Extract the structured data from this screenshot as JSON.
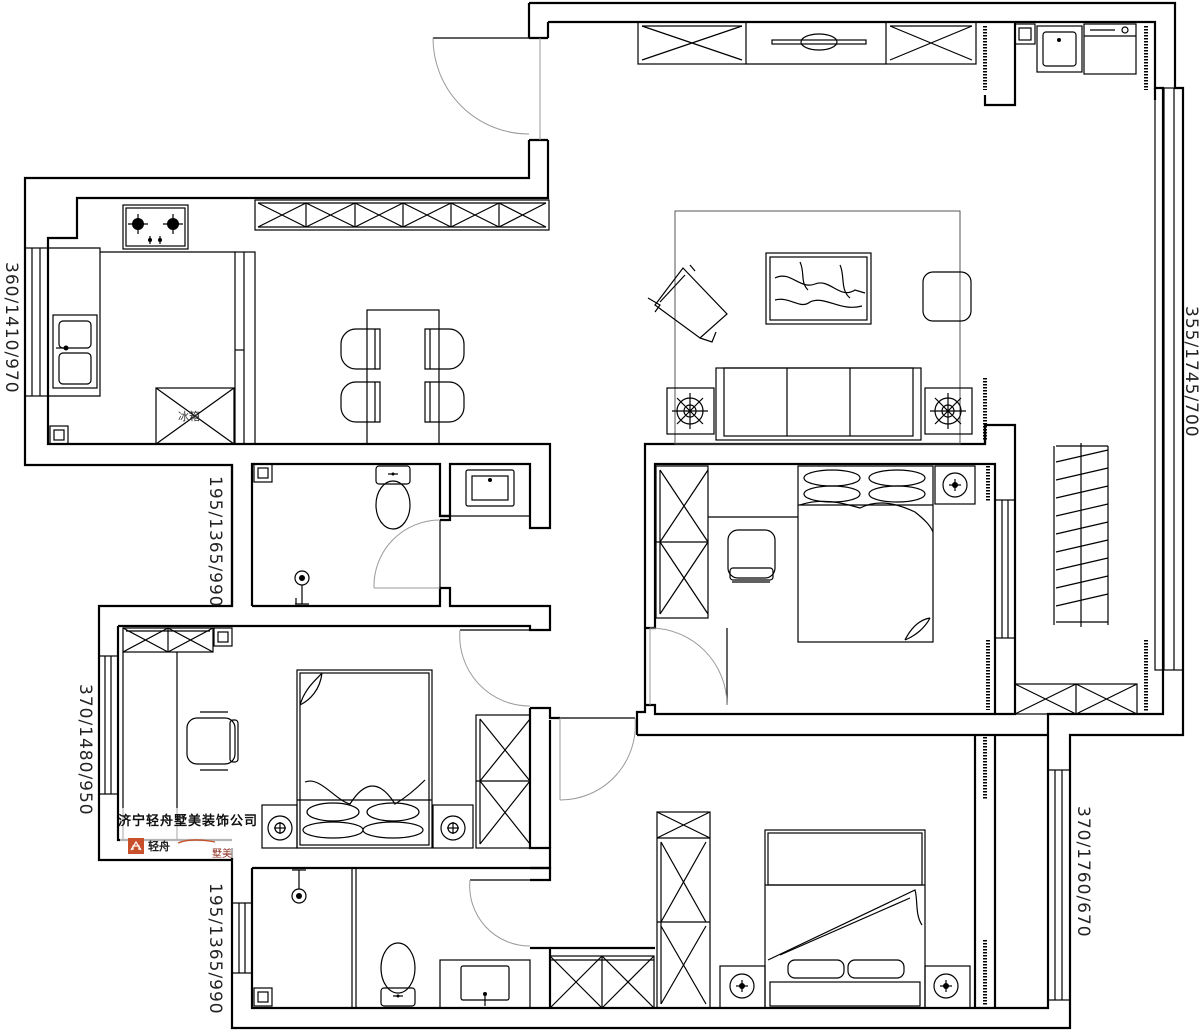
{
  "dimensions": [
    {
      "id": "dim-kitchen-west",
      "text": "360/1410/970"
    },
    {
      "id": "dim-bath-upper-west",
      "text": "195/1365/990"
    },
    {
      "id": "dim-bedroom-west",
      "text": "370/1480/950"
    },
    {
      "id": "dim-bath-lower-west",
      "text": "195/1365/990"
    },
    {
      "id": "dim-east-upper",
      "text": "355/1745/700"
    },
    {
      "id": "dim-east-lower",
      "text": "370/1760/670"
    }
  ],
  "labels": {
    "fridge": "冰箱"
  },
  "watermark": {
    "company": "济宁轻舟墅美装饰公司",
    "logo_left": "轻舟",
    "logo_right": "墅美"
  },
  "colors": {
    "wall": "#000000",
    "door_arc": "#9a9a9a",
    "background": "#ffffff",
    "logo_accent": "#c8502a"
  }
}
